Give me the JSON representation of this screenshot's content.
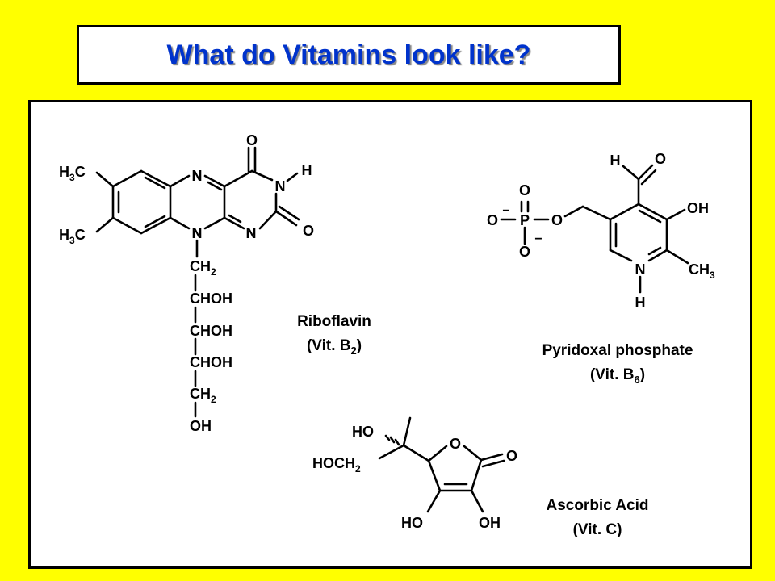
{
  "title": "What do Vitamins look like?",
  "colors": {
    "background": "#ffff00",
    "title": "#0033cc",
    "panel": "#ffffff",
    "ink": "#000000"
  },
  "molecules": {
    "riboflavin": {
      "name": "Riboflavin",
      "alias_prefix": "(Vit. B",
      "alias_sub": "2",
      "alias_suffix": ")",
      "atoms": {
        "o_top": "O",
        "n_top": "N",
        "n_ring": "N",
        "h_n": "H",
        "o_right": "O",
        "n_mid": "N",
        "n_bottom": "N",
        "h3c_top": "H",
        "h3c_top_sub": "3",
        "h3c_top_c": "C",
        "h3c_bot": "H",
        "h3c_bot_sub": "3",
        "h3c_bot_c": "C"
      },
      "chain": [
        {
          "main": "CH",
          "sub": "2"
        },
        {
          "main": "CHOH",
          "sub": ""
        },
        {
          "main": "CHOH",
          "sub": ""
        },
        {
          "main": "CHOH",
          "sub": ""
        },
        {
          "main": "CH",
          "sub": "2"
        },
        {
          "main": "OH",
          "sub": ""
        }
      ]
    },
    "pyridoxal_phosphate": {
      "name": "Pyridoxal phosphate",
      "alias_prefix": "(Vit. B",
      "alias_sub": "6",
      "alias_suffix": ")",
      "atoms": {
        "p": "P",
        "o_top": "O",
        "o_left": "O",
        "o_bottom": "O",
        "o_right": "O",
        "minus_left": "−",
        "minus_bottom": "−",
        "h_ald": "H",
        "o_ald": "O",
        "oh": "OH",
        "n": "N",
        "h_n": "H",
        "ch3": "CH",
        "ch3_sub": "3"
      }
    },
    "ascorbic_acid": {
      "name": "Ascorbic Acid",
      "alias": "(Vit. C)",
      "atoms": {
        "ho_top": "HO",
        "hoch2": "HOCH",
        "hoch2_sub": "2",
        "o_ring": "O",
        "o_carbonyl": "O",
        "ho_left": "HO",
        "oh_right": "OH"
      }
    }
  }
}
